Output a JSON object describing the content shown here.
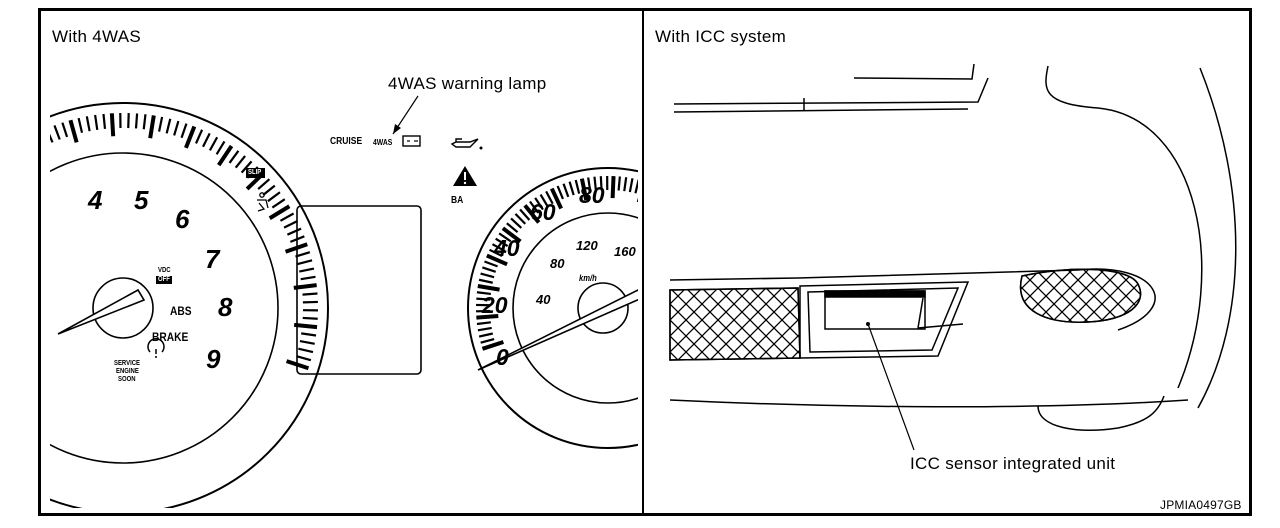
{
  "left_panel": {
    "title": "With 4WAS",
    "callout": "4WAS warning lamp",
    "indicators": {
      "cruise": "CRUISE",
      "fourwas": "4WAS",
      "slip": "SLIP",
      "ba": "BA",
      "vdc_line1": "VDC",
      "vdc_line2": "OFF",
      "abs": "ABS",
      "brake": "BRAKE",
      "service_line1": "SERVICE",
      "service_line2": "ENGINE",
      "service_line3": "SOON"
    },
    "tachometer": {
      "numbers": [
        "4",
        "5",
        "6",
        "7",
        "8",
        "9"
      ]
    },
    "speedometer": {
      "outer_numbers": [
        "0",
        "20",
        "40",
        "60",
        "80"
      ],
      "inner_numbers": [
        "40",
        "80",
        "120",
        "160"
      ],
      "unit": "km/h"
    }
  },
  "right_panel": {
    "title": "With ICC system",
    "callout": "ICC sensor integrated unit"
  },
  "figure_code": "JPMIA0497GB"
}
